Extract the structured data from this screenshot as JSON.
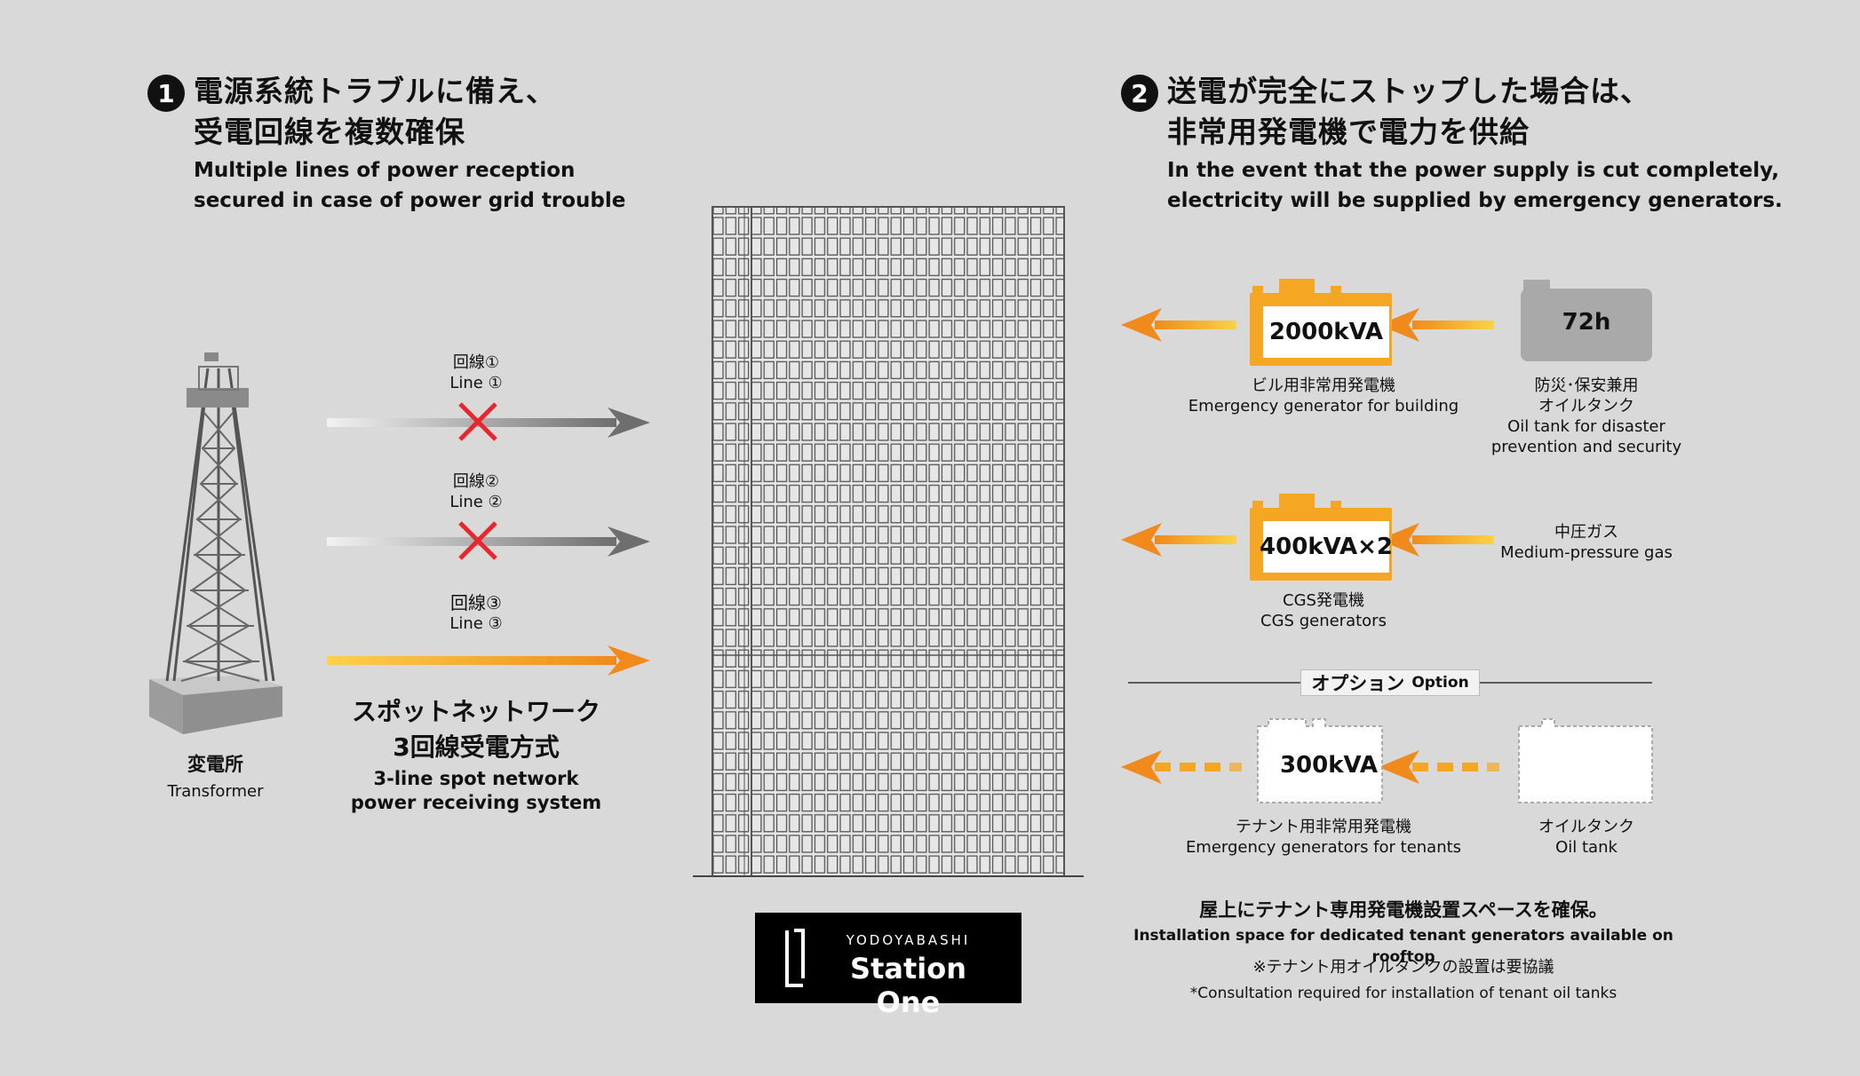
{
  "section1": {
    "number": "1",
    "title_ja_line1": "電源系統トラブルに備え、",
    "title_ja_line2": "受電回線を複数確保",
    "title_en_line1": "Multiple lines of power reception",
    "title_en_line2": "secured in case of power grid trouble"
  },
  "section2": {
    "number": "2",
    "title_ja_line1": "送電が完全にストップした場合は、",
    "title_ja_line2": "非常用発電機で電力を供給",
    "title_en_line1": "In the event that the power supply is cut completely,",
    "title_en_line2": "electricity will be supplied by emergency generators."
  },
  "transformer": {
    "label_ja": "変電所",
    "label_en": "Transformer"
  },
  "lines": [
    {
      "label_ja": "回線①",
      "label_en": "Line ①",
      "status": "cut"
    },
    {
      "label_ja": "回線②",
      "label_en": "Line ②",
      "status": "cut"
    },
    {
      "label_ja": "回線③",
      "label_en": "Line ③",
      "status": "active"
    }
  ],
  "spot_network": {
    "ja_line1": "スポットネットワーク",
    "ja_line2": "3回線受電方式",
    "en_line1": "3-line spot network",
    "en_line2": "power receiving system"
  },
  "generators": {
    "building": {
      "value": "2000kVA",
      "label_ja": "ビル用非常用発電機",
      "label_en": "Emergency generator for building"
    },
    "oil_tank": {
      "value": "72h",
      "label_ja1": "防災･保安兼用",
      "label_ja2": "オイルタンク",
      "label_en1": "Oil tank for disaster",
      "label_en2": "prevention and security"
    },
    "cgs": {
      "value": "400kVA×2",
      "label_ja": "CGS発電機",
      "label_en": "CGS generators"
    },
    "gas": {
      "label_ja": "中圧ガス",
      "label_en": "Medium-pressure gas"
    }
  },
  "option": {
    "heading_ja": "オプション",
    "heading_en": "Option",
    "tenant_gen": {
      "value": "300kVA",
      "label_ja": "テナント用非常用発電機",
      "label_en": "Emergency generators for tenants"
    },
    "tenant_tank": {
      "label_ja": "オイルタンク",
      "label_en": "Oil tank"
    }
  },
  "notes": {
    "rooftop_ja": "屋上にテナント専用発電機設置スペースを確保。",
    "rooftop_en": "Installation space for dedicated tenant generators available on rooftop",
    "consult_ja": "※テナント用オイルタンクの設置は要協議",
    "consult_en": "*Consultation required for installation of tenant oil tanks"
  },
  "logo": {
    "top": "YODOYABASHI",
    "main": "Station One"
  },
  "colors": {
    "background": "#d9d9d9",
    "orange": "#f5a623",
    "orange_dark": "#f08a1c",
    "cross_red": "#e8262d",
    "grey_arrow": "#7a7a7a",
    "tank_grey": "#a9a9a9"
  }
}
